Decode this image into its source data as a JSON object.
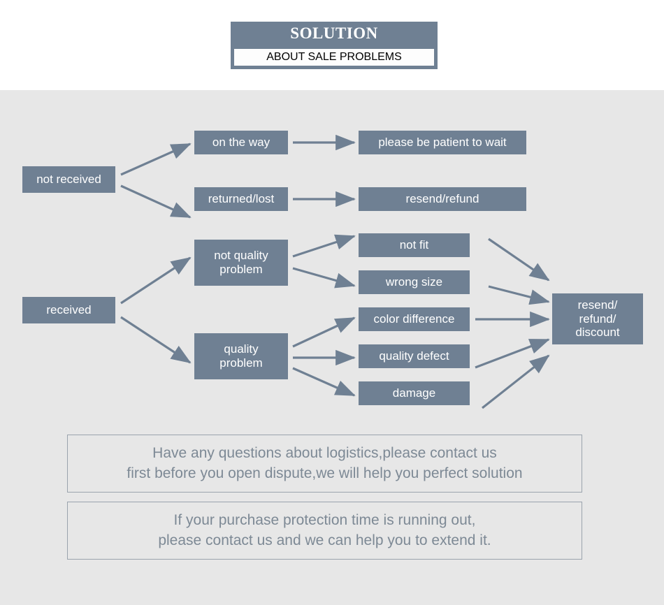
{
  "header": {
    "title": "SOLUTION",
    "subtitle": "ABOUT SALE PROBLEMS"
  },
  "colors": {
    "node_fill": "#6f8093",
    "node_text": "#ffffff",
    "arrow": "#6f8093",
    "page_background": "#ffffff",
    "content_background": "#e7e7e7",
    "note_border": "#9aa3ad",
    "note_text": "#7d8995"
  },
  "chart_data": {
    "type": "diagram",
    "title": "SOLUTION - ABOUT SALE PROBLEMS",
    "nodes": [
      {
        "id": "not_received",
        "label": "not received"
      },
      {
        "id": "on_the_way",
        "label": "on the way"
      },
      {
        "id": "returned_lost",
        "label": "returned/lost"
      },
      {
        "id": "please_wait",
        "label": "please be patient to wait"
      },
      {
        "id": "resend_refund",
        "label": "resend/refund"
      },
      {
        "id": "received",
        "label": "received"
      },
      {
        "id": "not_quality_problem",
        "label": "not quality\nproblem"
      },
      {
        "id": "quality_problem",
        "label": "quality\nproblem"
      },
      {
        "id": "not_fit",
        "label": "not fit"
      },
      {
        "id": "wrong_size",
        "label": "wrong size"
      },
      {
        "id": "color_difference",
        "label": "color difference"
      },
      {
        "id": "quality_defect",
        "label": "quality defect"
      },
      {
        "id": "damage",
        "label": "damage"
      },
      {
        "id": "resend_refund_discount",
        "label": "resend/\nrefund/\ndiscount"
      }
    ],
    "edges": [
      {
        "from": "not_received",
        "to": "on_the_way"
      },
      {
        "from": "not_received",
        "to": "returned_lost"
      },
      {
        "from": "on_the_way",
        "to": "please_wait"
      },
      {
        "from": "returned_lost",
        "to": "resend_refund"
      },
      {
        "from": "received",
        "to": "not_quality_problem"
      },
      {
        "from": "received",
        "to": "quality_problem"
      },
      {
        "from": "not_quality_problem",
        "to": "not_fit"
      },
      {
        "from": "not_quality_problem",
        "to": "wrong_size"
      },
      {
        "from": "quality_problem",
        "to": "color_difference"
      },
      {
        "from": "quality_problem",
        "to": "quality_defect"
      },
      {
        "from": "quality_problem",
        "to": "damage"
      },
      {
        "from": "not_fit",
        "to": "resend_refund_discount"
      },
      {
        "from": "wrong_size",
        "to": "resend_refund_discount"
      },
      {
        "from": "color_difference",
        "to": "resend_refund_discount"
      },
      {
        "from": "quality_defect",
        "to": "resend_refund_discount"
      },
      {
        "from": "damage",
        "to": "resend_refund_discount"
      }
    ]
  },
  "flow": {
    "not_received": "not received",
    "on_the_way": "on the way",
    "returned_lost": "returned/lost",
    "please_wait": "please be patient to wait",
    "resend_refund": "resend/refund",
    "received": "received",
    "not_quality_problem_line1": "not quality",
    "not_quality_problem_line2": "problem",
    "quality_problem_line1": "quality",
    "quality_problem_line2": "problem",
    "not_fit": "not fit",
    "wrong_size": "wrong size",
    "color_difference": "color difference",
    "quality_defect": "quality defect",
    "damage": "damage",
    "final_line1": "resend/",
    "final_line2": "refund/",
    "final_line3": "discount"
  },
  "notes": [
    {
      "line1": "Have any questions about logistics,please contact us",
      "line2": "first before you open dispute,we will help you perfect solution"
    },
    {
      "line1": "If your purchase protection time is running out,",
      "line2": "please contact us and we can help you to extend it."
    }
  ]
}
